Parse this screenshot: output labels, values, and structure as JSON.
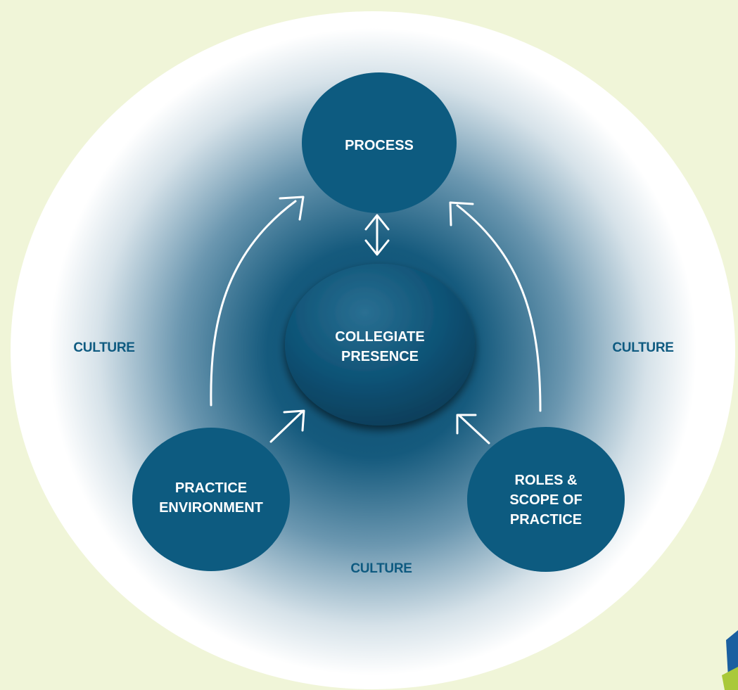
{
  "colors": {
    "page_background": "#f0f5d8",
    "halo_inner": "#0e4c6e",
    "halo_outer": "#ffffff",
    "node_fill": "#0d5b80",
    "center_node_fill": "#0c4f70",
    "arrow": "#ffffff",
    "culture_text": "#0e5a80",
    "corner_accent_blue": "#1a5fa0",
    "corner_accent_green": "#a9c93a"
  },
  "nodes": {
    "process": {
      "line1": "PROCESS"
    },
    "center": {
      "line1": "COLLEGIATE",
      "line2": "PRESENCE"
    },
    "practice_environment": {
      "line1": "PRACTICE",
      "line2": "ENVIRONMENT"
    },
    "roles_scope": {
      "line1": "ROLES &",
      "line2": "SCOPE OF",
      "line3": "PRACTICE"
    }
  },
  "culture_labels": {
    "left": "CULTURE",
    "right": "CULTURE",
    "bottom": "CULTURE"
  },
  "edges": [
    {
      "from": "practice_environment",
      "to": "process",
      "style": "curved-arrow"
    },
    {
      "from": "roles_scope",
      "to": "process",
      "style": "curved-arrow"
    },
    {
      "from": "practice_environment",
      "to": "center",
      "style": "arrow"
    },
    {
      "from": "roles_scope",
      "to": "center",
      "style": "arrow"
    },
    {
      "from": "process",
      "to": "center",
      "style": "double-arrow"
    }
  ]
}
